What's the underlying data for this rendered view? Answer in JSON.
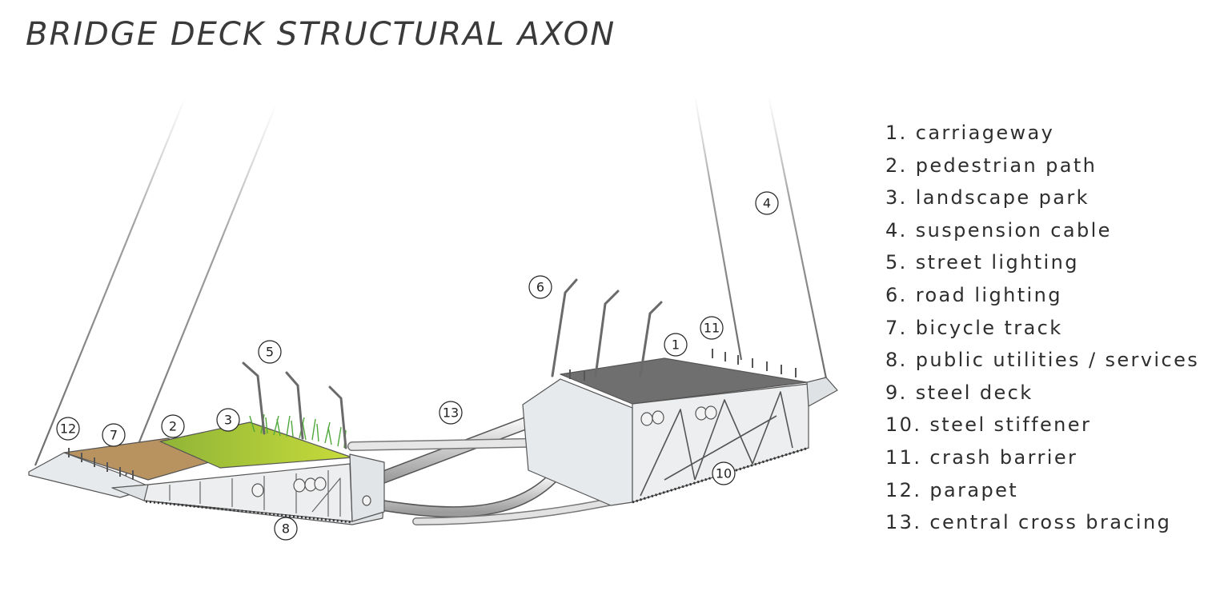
{
  "title": "BRIDGE DECK STRUCTURAL AXON",
  "legend": [
    "1. carriageway",
    "2. pedestrian path",
    "3. landscape park",
    "4. suspension cable",
    "5. street lighting",
    "6. road lighting",
    "7. bicycle track",
    "8. public utilities / services",
    "9. steel deck",
    "10. steel stiffener",
    "11. crash barrier",
    "12. parapet",
    "13. central cross bracing"
  ],
  "callouts": [
    "1",
    "2",
    "3",
    "4",
    "5",
    "6",
    "7",
    "8",
    "10",
    "11",
    "12",
    "13"
  ],
  "colors": {
    "structure_fill": "#e9ebec",
    "structure_stroke": "#555555",
    "asphalt": "#6f6f6f",
    "park_green": "#b5cf3a",
    "grass": "#4fa83a",
    "bicycle_track": "#b9935f"
  }
}
